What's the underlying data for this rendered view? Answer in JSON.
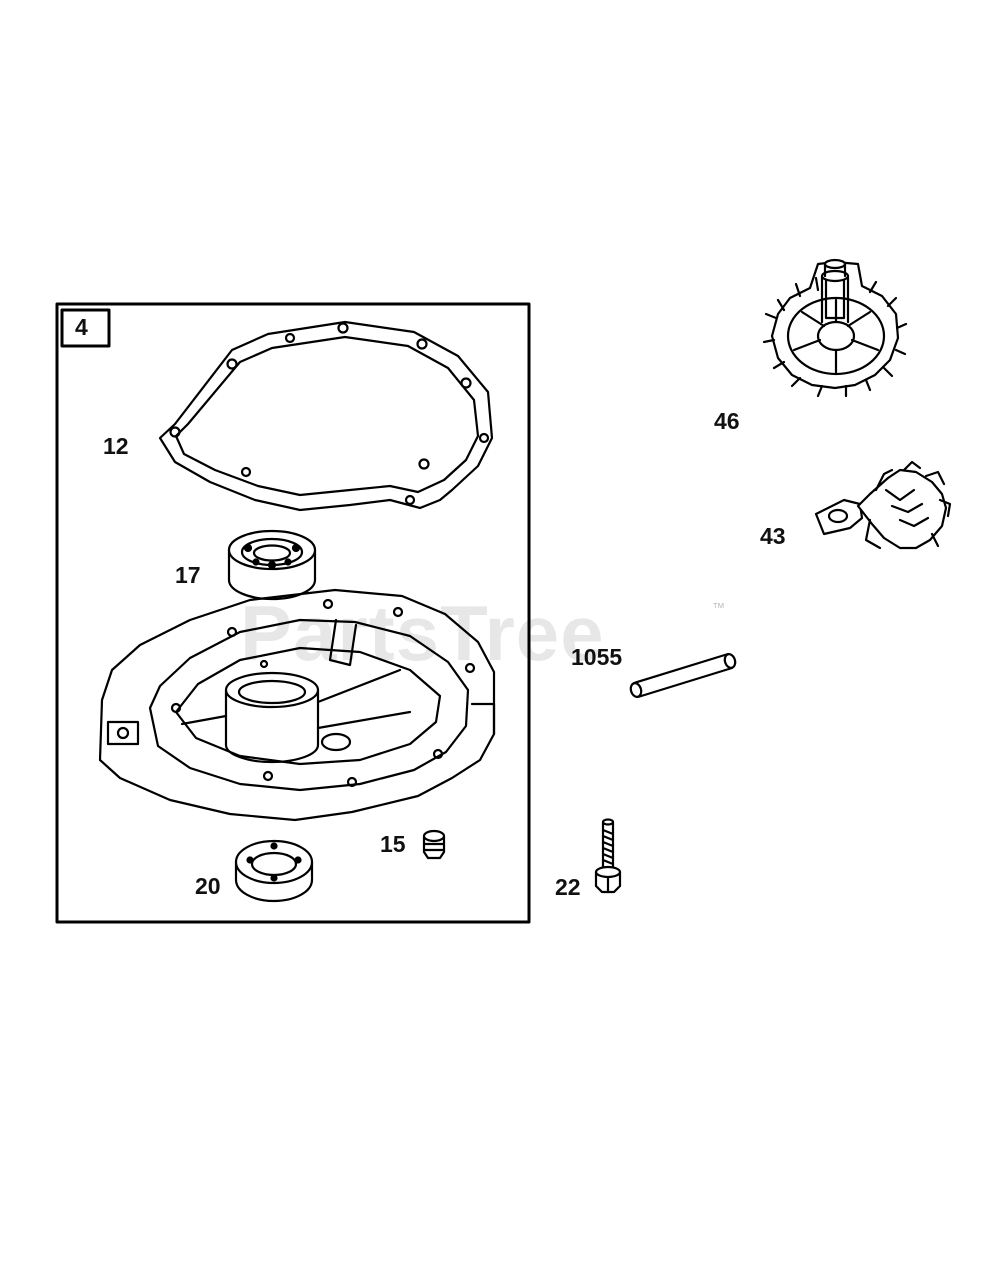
{
  "kit_box": {
    "label": "4"
  },
  "parts": [
    {
      "id": "gasket",
      "callout": "12"
    },
    {
      "id": "bearing",
      "callout": "17"
    },
    {
      "id": "oil-seal",
      "callout": "20"
    },
    {
      "id": "plug",
      "callout": "15"
    },
    {
      "id": "bolt",
      "callout": "22"
    },
    {
      "id": "dowel-pin",
      "callout": "1055"
    },
    {
      "id": "governor-gear",
      "callout": "46"
    },
    {
      "id": "oil-slinger",
      "callout": "43"
    }
  ],
  "watermark": {
    "text": "PartsTree",
    "mark": "™"
  }
}
